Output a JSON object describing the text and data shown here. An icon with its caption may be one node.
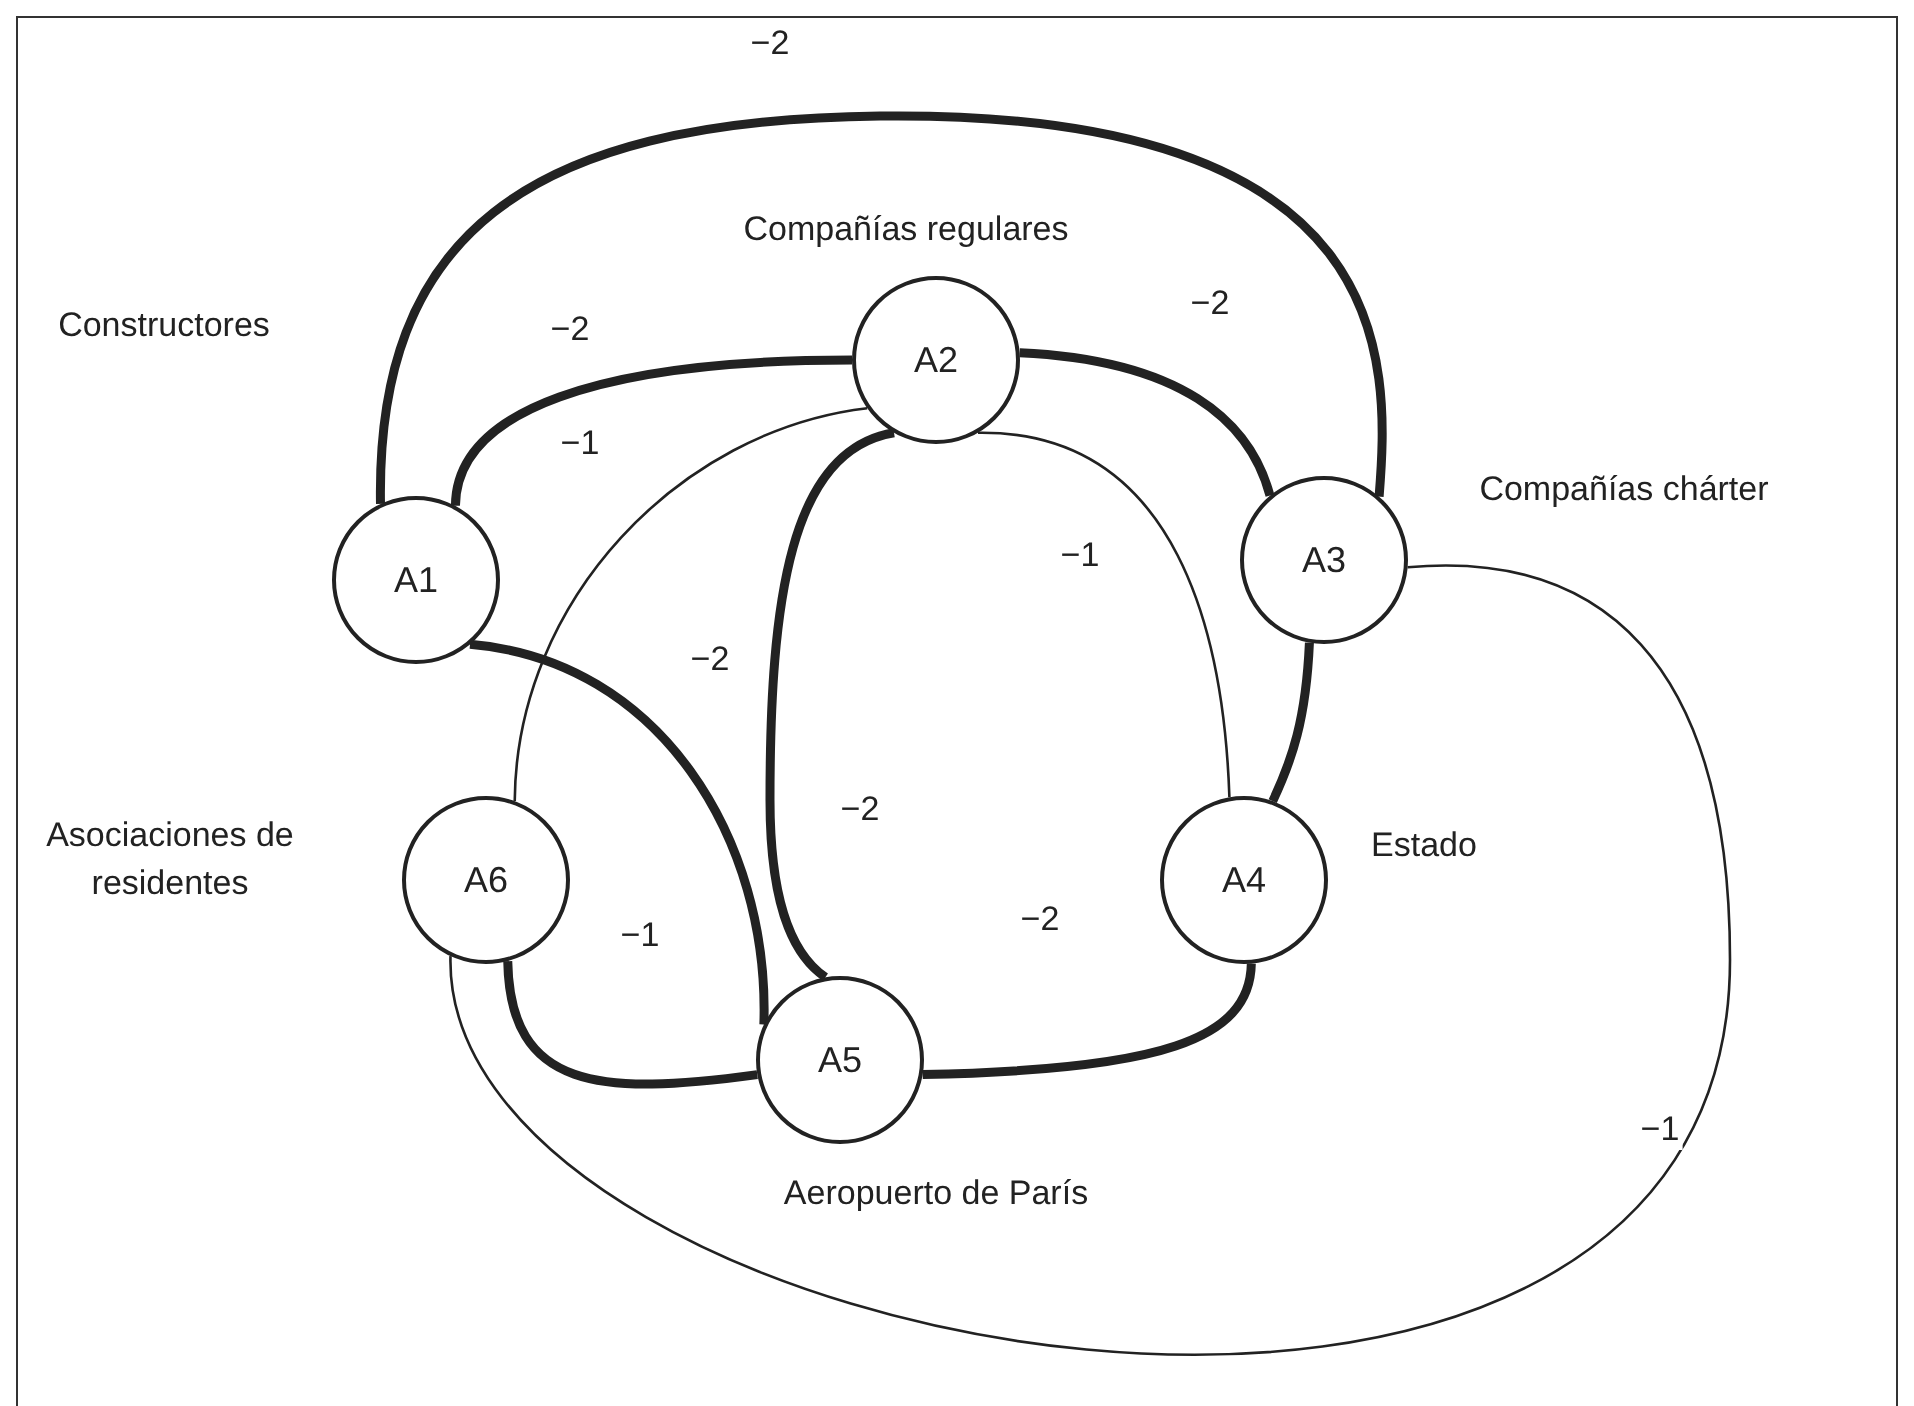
{
  "diagram": {
    "nodes": [
      {
        "text": [
          "A1"
        ]
      },
      {
        "text": [
          "A2"
        ],
        "beside": [
          "Compañías regulares"
        ]
      },
      {
        "text": [
          "A3"
        ],
        "beside": [
          "Compañías chárter"
        ]
      },
      {
        "text": [
          "A4"
        ],
        "beside": [
          "Estado"
        ]
      },
      {
        "text": [
          "A5"
        ],
        "beside": [
          "Aeropuerto de París"
        ]
      },
      {
        "text": [
          "A6"
        ],
        "beside": [
          "Asociaciones de residentes"
        ]
      }
    ],
    "edges": [
      {
        "from": 0,
        "to": 2,
        "arrow": "none",
        "label": "−2"
      },
      {
        "from": 0,
        "to": 1,
        "arrow": "none",
        "label": "−2"
      },
      {
        "from": 1,
        "to": 5,
        "arrow": "none",
        "label": "−1"
      },
      {
        "from": 0,
        "to": 4,
        "arrow": "none",
        "label": "−2"
      },
      {
        "from": 1,
        "to": 4,
        "arrow": "none",
        "label": "−2"
      },
      {
        "from": 1,
        "to": 3,
        "arrow": "none",
        "label": "−1"
      },
      {
        "from": 1,
        "to": 2,
        "arrow": "none",
        "label": "−2"
      },
      {
        "from": 2,
        "to": 3,
        "arrow": "none"
      },
      {
        "from": 4,
        "to": 3,
        "arrow": "none",
        "label": "−2"
      },
      {
        "from": 5,
        "to": 4,
        "arrow": "none",
        "label": "−1"
      },
      {
        "from": 2,
        "to": 5,
        "arrow": "none",
        "label": "−1"
      }
    ],
    "labels": [
      "Constructores"
    ]
  }
}
